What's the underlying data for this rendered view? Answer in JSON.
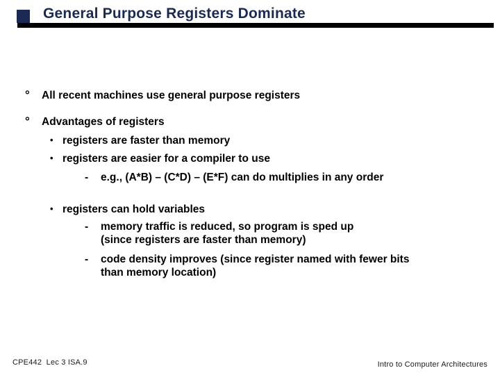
{
  "colors": {
    "title_navy": "#1b2a55",
    "bar_black": "#000000",
    "body_text": "#000000"
  },
  "slide": {
    "title": "General Purpose Registers Dominate",
    "content": [
      {
        "marker": "°",
        "text": "All recent machines use general purpose registers"
      },
      {
        "marker": "°",
        "text": "Advantages of registers"
      },
      {
        "marker": "•",
        "text": "registers are faster than memory"
      },
      {
        "marker": "•",
        "text": "registers are easier for a compiler to use"
      },
      {
        "marker": "-",
        "text": "e.g., (A*B) – (C*D) – (E*F) can do multiplies in any order"
      },
      {
        "marker": "•",
        "text": "registers can hold variables"
      },
      {
        "marker": "-",
        "text": "memory traffic is reduced, so program is sped up\n(since registers are faster than memory)"
      },
      {
        "marker": "-",
        "text": "code density improves (since register named with fewer bits\nthan memory location)"
      }
    ],
    "footer": {
      "left": "CPE442  Lec 3 ISA.9",
      "right": "Intro to Computer Architectures"
    }
  }
}
